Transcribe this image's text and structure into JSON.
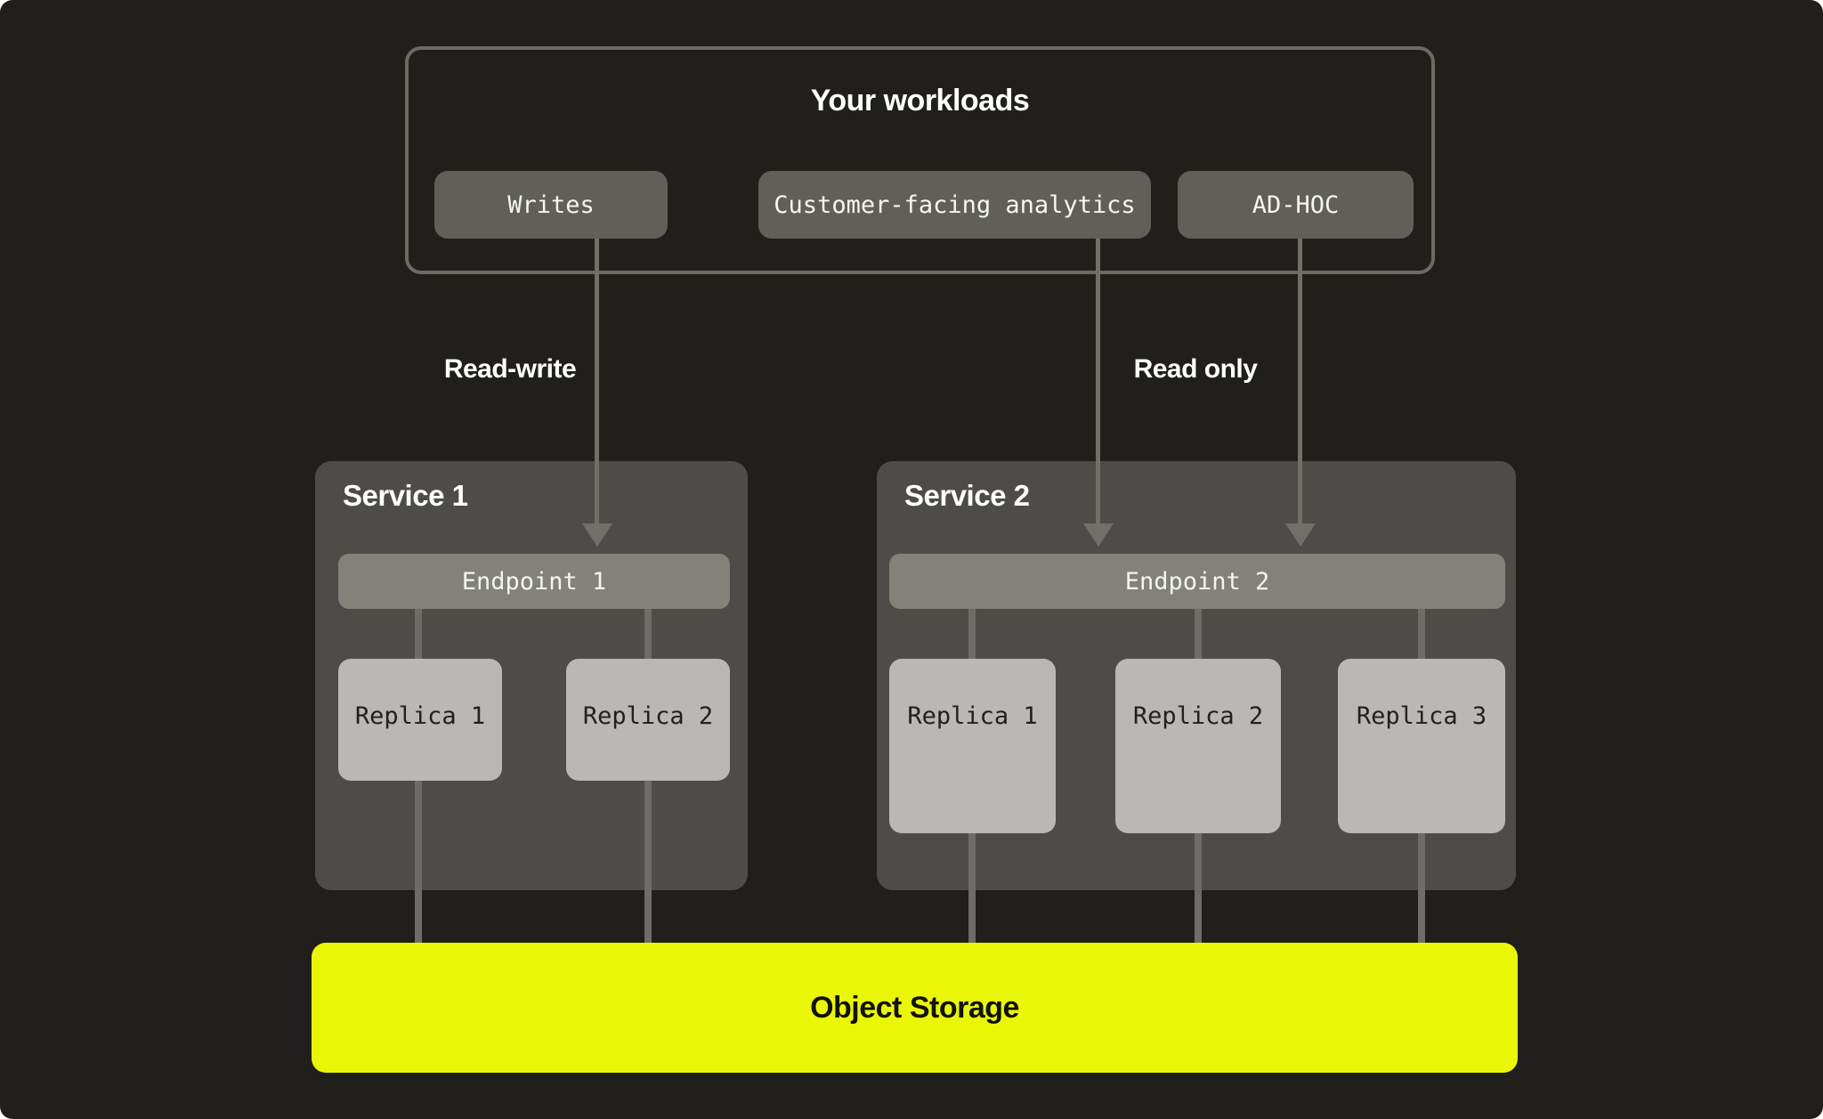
{
  "diagram": {
    "background_color": "#201f1b",
    "accent_color": "#e9f707",
    "workloads": {
      "title": "Your workloads",
      "buttons": [
        {
          "label": "Writes"
        },
        {
          "label": "Customer-facing analytics"
        },
        {
          "label": "AD-HOC"
        }
      ]
    },
    "edges": {
      "read_write_label": "Read-write",
      "read_only_label": "Read only"
    },
    "services": [
      {
        "title": "Service 1",
        "endpoint": "Endpoint 1",
        "replicas": [
          "Replica 1",
          "Replica 2"
        ]
      },
      {
        "title": "Service 2",
        "endpoint": "Endpoint 2",
        "replicas": [
          "Replica 1",
          "Replica 2",
          "Replica 3"
        ]
      }
    ],
    "storage": {
      "label": "Object Storage"
    }
  }
}
